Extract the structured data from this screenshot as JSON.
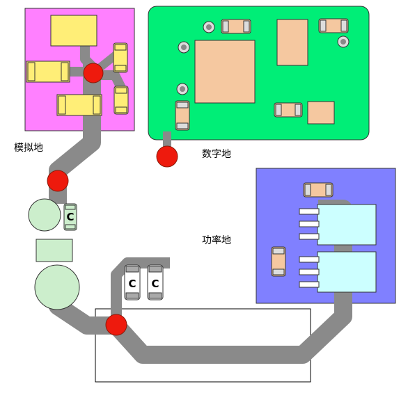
{
  "labels": {
    "analog_ground": "模拟地",
    "digital_ground": "数字地",
    "power_ground": "功率地"
  },
  "capacitor_marks": {
    "c1": "C",
    "c2": "C",
    "c3": "C"
  },
  "colors": {
    "analog_region": "#ff80ff",
    "digital_region": "#00ee77",
    "power_region": "#8080ff",
    "trace": "#8a8a8a",
    "ground_point": "#ee1a0d",
    "yellow_component": "#ffee77",
    "tan_component": "#f5c8a0",
    "light_component": "#cceecc",
    "cyan_component": "#ccffff"
  }
}
